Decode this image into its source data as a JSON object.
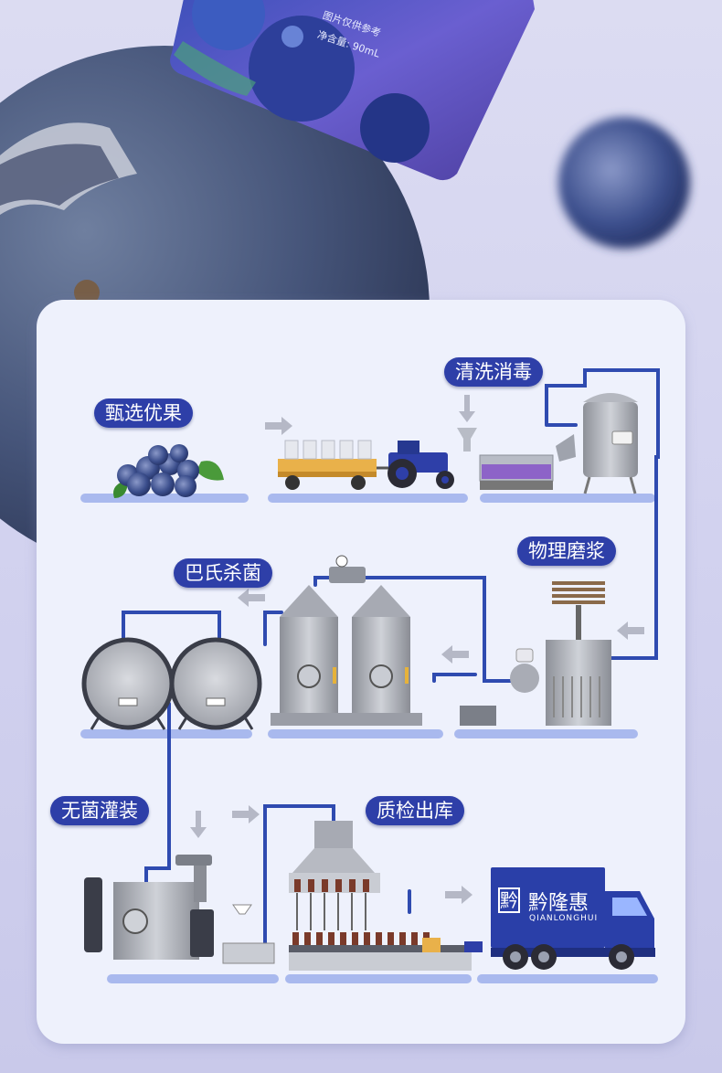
{
  "package": {
    "note": "图片仅供参考",
    "volume": "净含量: 90mL"
  },
  "steps": [
    {
      "id": "select",
      "label": "甄选优果"
    },
    {
      "id": "wash",
      "label": "清洗消毒"
    },
    {
      "id": "grind",
      "label": "物理磨浆"
    },
    {
      "id": "pasteurize",
      "label": "巴氏杀菌"
    },
    {
      "id": "fill",
      "label": "无菌灌装"
    },
    {
      "id": "inspect",
      "label": "质检出库"
    }
  ],
  "truck": {
    "brand": "黔隆惠",
    "brand_pinyin": "QIANLONGHUI",
    "logo_mark": "黔"
  },
  "colors": {
    "background": "#d6d6f0",
    "panel": "#eef1fc",
    "label_bg": "#2e3fa8",
    "pipe": "#2f4bb0",
    "machine": "#a8acb4",
    "truck": "#2a3fa8",
    "floor": "#a9b9ee",
    "arrow": "#b5b8c6"
  }
}
